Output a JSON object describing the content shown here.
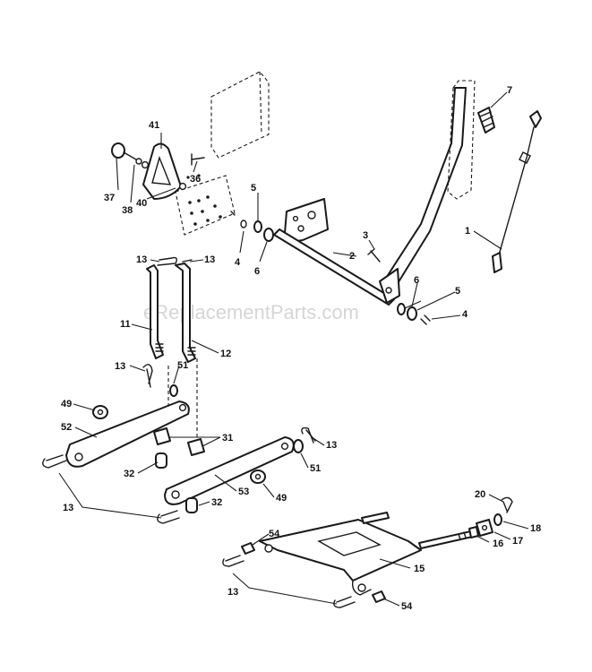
{
  "diagram": {
    "watermark": "eReplacementParts.com",
    "callouts": {
      "c1": "1",
      "c2": "2",
      "c3": "3",
      "c4a": "4",
      "c4b": "4",
      "c5a": "5",
      "c5b": "5",
      "c6a": "6",
      "c6b": "6",
      "c7": "7",
      "c11": "11",
      "c12": "12",
      "c13a": "13",
      "c13b": "13",
      "c13c": "13",
      "c13d": "13",
      "c13e": "13",
      "c13f": "13",
      "c15": "15",
      "c16": "16",
      "c17": "17",
      "c18": "18",
      "c20": "20",
      "c31": "31",
      "c32a": "32",
      "c32b": "32",
      "c36": "36",
      "c37": "37",
      "c38": "38",
      "c40": "40",
      "c41": "41",
      "c49a": "49",
      "c49b": "49",
      "c51a": "51",
      "c51b": "51",
      "c52": "52",
      "c53": "53",
      "c54a": "54",
      "c54b": "54"
    }
  }
}
